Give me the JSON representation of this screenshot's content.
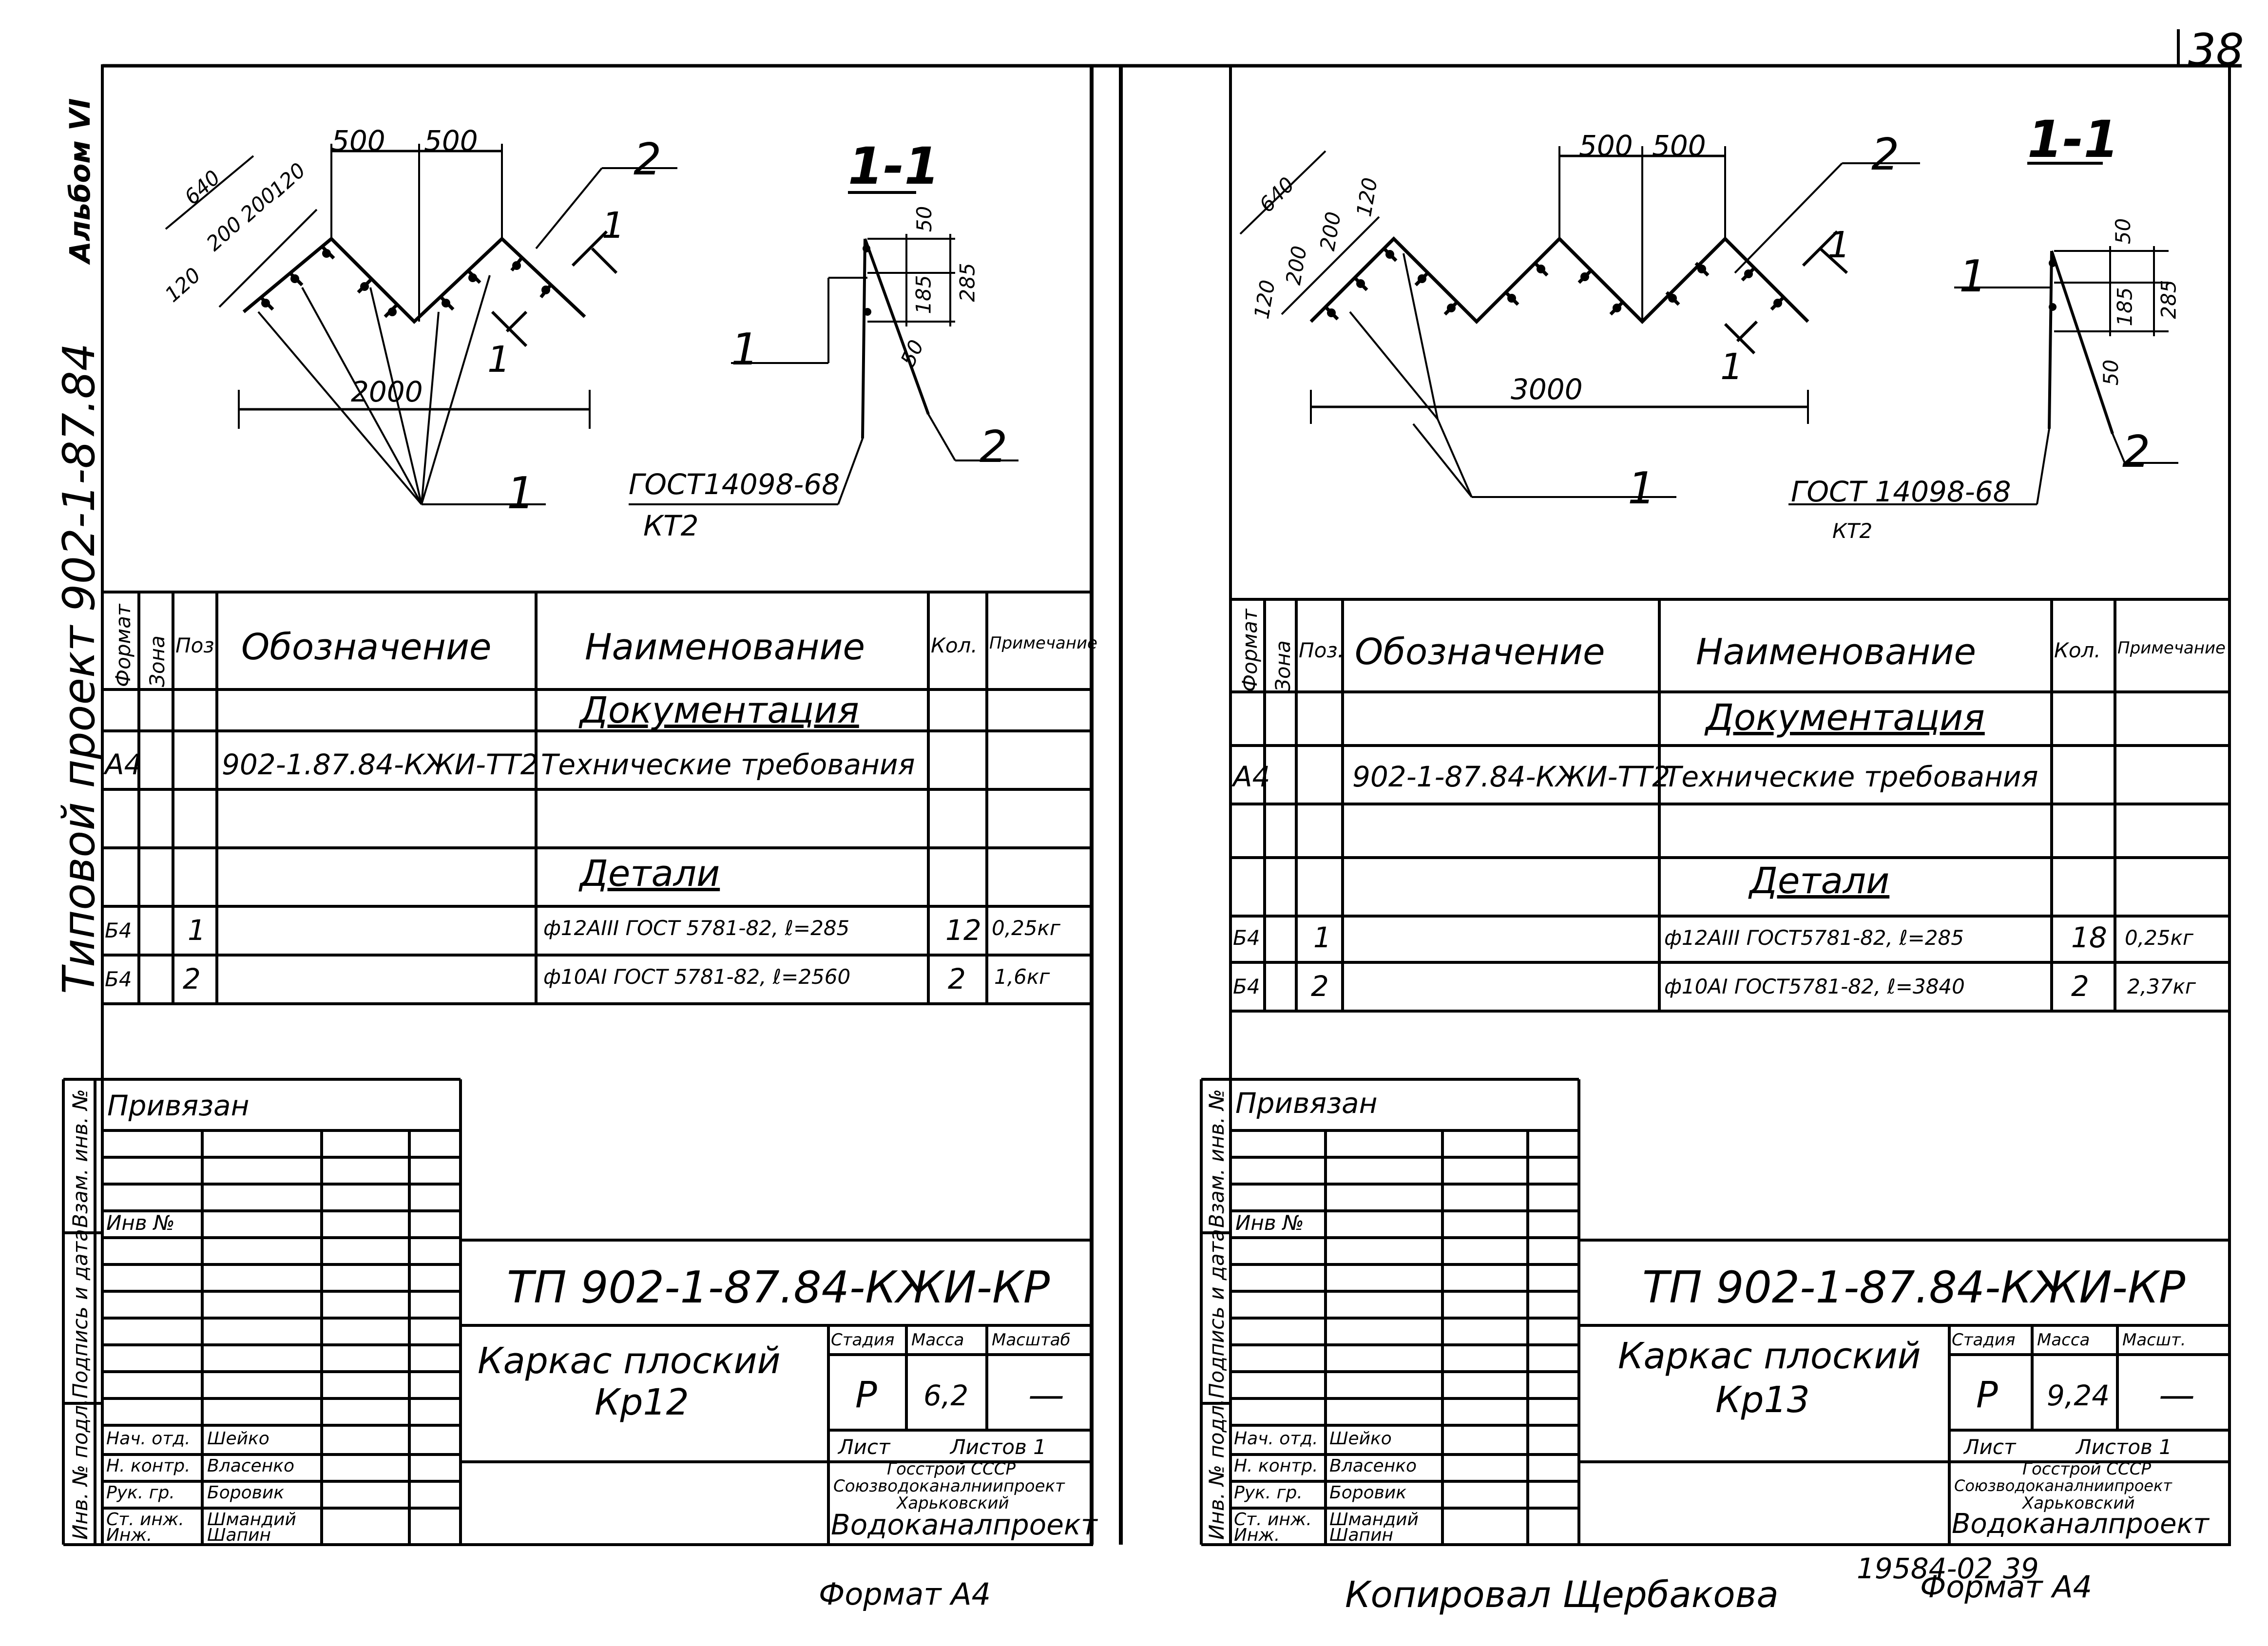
{
  "page": {
    "sheet_number": "38",
    "copied_by": "Копировал Щербакова",
    "inventory_number": "19584-02",
    "page_number": "39"
  },
  "side_margin": {
    "album": "Альбом VI",
    "project": "Типовой проект 902-1-87.84",
    "left_labels": [
      "Взам. инв. №",
      "Подпись и дата",
      "Инв. № подл."
    ]
  },
  "sheets": [
    {
      "id": "left",
      "drawing": {
        "dim_total": "2000",
        "dim_top": [
          "500",
          "500"
        ],
        "dim_side": [
          "640",
          "120",
          "200",
          "200",
          "120"
        ],
        "leader_1": "1",
        "leader_2": "2",
        "section_mark": "1",
        "section_title": "1-1",
        "section_dims": [
          "50",
          "185",
          "285",
          "50"
        ],
        "section_leader_1": "1",
        "section_leader_2": "2",
        "gost": "ГОСТ14098-68",
        "gost_type": "КТ2"
      },
      "spec": {
        "headers": [
          "Формат",
          "Зона",
          "Поз.",
          "Обозначение",
          "Наименование",
          "Кол.",
          "Примечание"
        ],
        "rows": [
          {
            "format": "",
            "zone": "",
            "pos": "",
            "code": "",
            "name": "Документация",
            "qty": "",
            "note": "",
            "section": true
          },
          {
            "format": "А4",
            "zone": "",
            "pos": "",
            "code": "902-1.87.84-КЖИ-ТТ2",
            "name": "Технические требования",
            "qty": "",
            "note": ""
          },
          {
            "format": "",
            "zone": "",
            "pos": "",
            "code": "",
            "name": "",
            "qty": "",
            "note": ""
          },
          {
            "format": "",
            "zone": "",
            "pos": "",
            "code": "",
            "name": "Детали",
            "qty": "",
            "note": "",
            "section": true
          },
          {
            "format": "Б4",
            "zone": "",
            "pos": "1",
            "code": "",
            "name": "ф12АIII ГОСТ 5781-82, ℓ=285",
            "qty": "12",
            "note": "0,25кг"
          },
          {
            "format": "Б4",
            "zone": "",
            "pos": "2",
            "code": "",
            "name": "ф10АI ГОСТ 5781-82, ℓ=2560",
            "qty": "2",
            "note": "1,6кг"
          }
        ]
      },
      "stamp": {
        "privyazan": "Привязан",
        "inv_no": "Инв №",
        "doc_code": "ТП 902-1-87.84-КЖИ-КР",
        "title_line1": "Каркас плоский",
        "title_line2": "Кр12",
        "stage_header": "Стадия",
        "mass_header": "Масса",
        "scale_header": "Масштаб",
        "stage": "Р",
        "mass": "6,2",
        "scale": "—",
        "sheet_label": "Лист",
        "sheets_label": "Листов 1",
        "org_lines": [
          "Госстрой СССР",
          "Союзводоканалниипроект",
          "Харьковский",
          "Водоканалпроект"
        ],
        "people": [
          {
            "role": "Нач. отд.",
            "name": "Шейко"
          },
          {
            "role": "Н. контр.",
            "name": "Власенко"
          },
          {
            "role": "Рук. гр.",
            "name": "Боровик"
          },
          {
            "role": "Ст. инж.",
            "name": "Шмандий"
          },
          {
            "role": "Инж.",
            "name": "Шапин"
          }
        ],
        "format": "Формат А4"
      }
    },
    {
      "id": "right",
      "drawing": {
        "dim_total": "3000",
        "dim_top": [
          "500",
          "500"
        ],
        "dim_side": [
          "640",
          "120",
          "200",
          "200",
          "120"
        ],
        "leader_1": "1",
        "leader_2": "2",
        "section_mark": "1",
        "section_title": "1-1",
        "section_dims": [
          "50",
          "185",
          "285",
          "50"
        ],
        "section_leader_1": "1",
        "section_leader_2": "2",
        "gost": "ГОСТ 14098-68",
        "gost_type": "КТ2"
      },
      "spec": {
        "headers": [
          "Формат",
          "Зона",
          "Поз.",
          "Обозначение",
          "Наименование",
          "Кол.",
          "Примечание"
        ],
        "rows": [
          {
            "format": "",
            "zone": "",
            "pos": "",
            "code": "",
            "name": "Документация",
            "qty": "",
            "note": "",
            "section": true
          },
          {
            "format": "А4",
            "zone": "",
            "pos": "",
            "code": "902-1-87.84-КЖИ-ТТ2",
            "name": "Технические требования",
            "qty": "",
            "note": ""
          },
          {
            "format": "",
            "zone": "",
            "pos": "",
            "code": "",
            "name": "",
            "qty": "",
            "note": ""
          },
          {
            "format": "",
            "zone": "",
            "pos": "",
            "code": "",
            "name": "Детали",
            "qty": "",
            "note": "",
            "section": true
          },
          {
            "format": "Б4",
            "zone": "",
            "pos": "1",
            "code": "",
            "name": "ф12АIII ГОСТ5781-82, ℓ=285",
            "qty": "18",
            "note": "0,25кг"
          },
          {
            "format": "Б4",
            "zone": "",
            "pos": "2",
            "code": "",
            "name": "ф10АI ГОСТ5781-82, ℓ=3840",
            "qty": "2",
            "note": "2,37кг"
          }
        ]
      },
      "stamp": {
        "privyazan": "Привязан",
        "inv_no": "Инв №",
        "doc_code": "ТП 902-1-87.84-КЖИ-КР",
        "title_line1": "Каркас плоский",
        "title_line2": "Кр13",
        "stage_header": "Стадия",
        "mass_header": "Масса",
        "scale_header": "Масшт.",
        "stage": "Р",
        "mass": "9,24",
        "scale": "—",
        "sheet_label": "Лист",
        "sheets_label": "Листов 1",
        "org_lines": [
          "Госстрой СССР",
          "Союзводоканалниипроект",
          "Харьковский",
          "Водоканалпроект"
        ],
        "people": [
          {
            "role": "Нач. отд.",
            "name": "Шейко"
          },
          {
            "role": "Н. контр.",
            "name": "Власенко"
          },
          {
            "role": "Рук. гр.",
            "name": "Боровик"
          },
          {
            "role": "Ст. инж.",
            "name": "Шмандий"
          },
          {
            "role": "Инж.",
            "name": "Шапин"
          }
        ],
        "format": "Формат А4"
      }
    }
  ]
}
